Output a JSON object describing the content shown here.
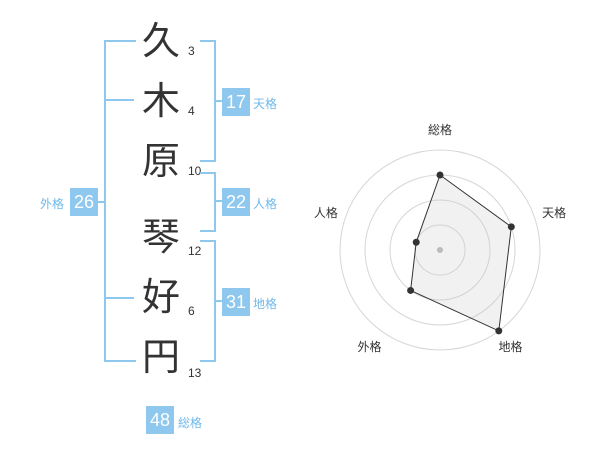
{
  "name": {
    "chars": [
      {
        "char": "久",
        "strokes": "3"
      },
      {
        "char": "木",
        "strokes": "4"
      },
      {
        "char": "原",
        "strokes": "10"
      },
      {
        "char": "琴",
        "strokes": "12"
      },
      {
        "char": "好",
        "strokes": "6"
      },
      {
        "char": "円",
        "strokes": "13"
      }
    ]
  },
  "scores": {
    "tenkaku": {
      "value": "17",
      "label": "天格"
    },
    "jinkaku": {
      "value": "22",
      "label": "人格"
    },
    "chikaku": {
      "value": "31",
      "label": "地格"
    },
    "gaikaku": {
      "value": "26",
      "label": "外格"
    },
    "soukaku": {
      "value": "48",
      "label": "総格"
    }
  },
  "colors": {
    "accent": "#8fc8ee",
    "accent_text": "#6fb8ea",
    "text": "#333333"
  },
  "chart_data": {
    "type": "radar",
    "axes": [
      "総格",
      "天格",
      "地格",
      "外格",
      "人格"
    ],
    "levels": 4,
    "max": 4,
    "values": [
      3,
      3,
      4,
      2,
      1
    ]
  }
}
